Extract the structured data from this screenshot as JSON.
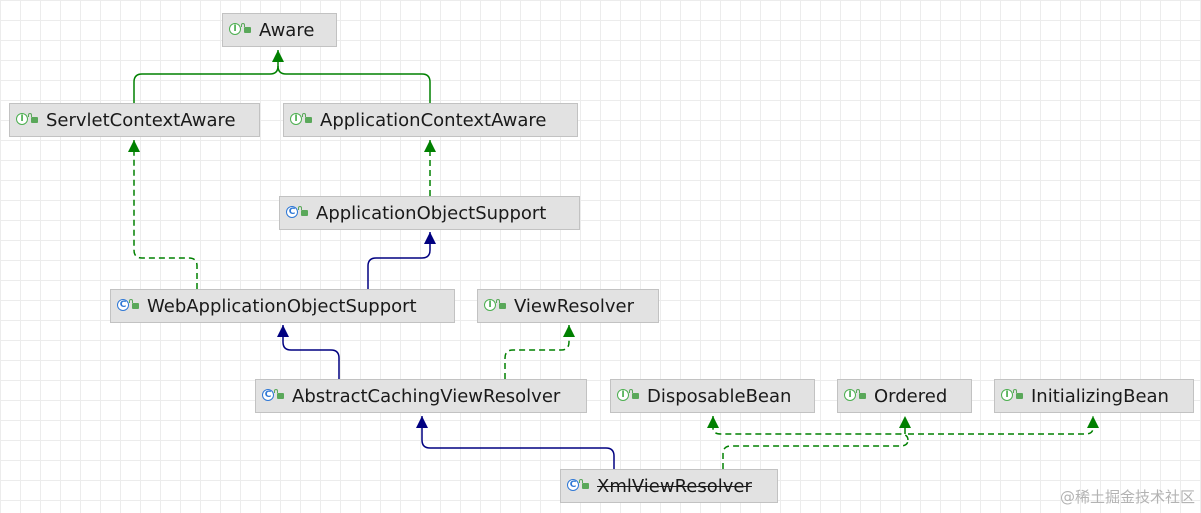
{
  "colors": {
    "extends_edge": "#000080",
    "implements_edge": "#008000",
    "interface_icon": "#4caf50",
    "class_icon": "#2f78d6",
    "node_fill": "#e2e2e2"
  },
  "nodes": {
    "aware": {
      "label": "Aware",
      "kind": "interface",
      "icon": "interface-icon"
    },
    "servlet_context_aware": {
      "label": "ServletContextAware",
      "kind": "interface",
      "icon": "interface-icon"
    },
    "application_context_aware": {
      "label": "ApplicationContextAware",
      "kind": "interface",
      "icon": "interface-icon"
    },
    "application_object_support": {
      "label": "ApplicationObjectSupport",
      "kind": "class",
      "icon": "class-icon"
    },
    "web_application_object_support": {
      "label": "WebApplicationObjectSupport",
      "kind": "class",
      "icon": "class-icon"
    },
    "view_resolver": {
      "label": "ViewResolver",
      "kind": "interface",
      "icon": "interface-icon"
    },
    "abstract_caching_view_resolver": {
      "label": "AbstractCachingViewResolver",
      "kind": "class",
      "icon": "class-icon"
    },
    "disposable_bean": {
      "label": "DisposableBean",
      "kind": "interface",
      "icon": "interface-icon"
    },
    "ordered": {
      "label": "Ordered",
      "kind": "interface",
      "icon": "interface-icon"
    },
    "initializing_bean": {
      "label": "InitializingBean",
      "kind": "interface",
      "icon": "interface-icon"
    },
    "xml_view_resolver": {
      "label": "XmlViewResolver",
      "kind": "class",
      "icon": "class-icon",
      "deprecated": true
    }
  },
  "edges": [
    {
      "from": "servlet_context_aware",
      "to": "aware",
      "type": "extends-interface"
    },
    {
      "from": "application_context_aware",
      "to": "aware",
      "type": "extends-interface"
    },
    {
      "from": "application_object_support",
      "to": "application_context_aware",
      "type": "implements"
    },
    {
      "from": "web_application_object_support",
      "to": "application_object_support",
      "type": "extends"
    },
    {
      "from": "web_application_object_support",
      "to": "servlet_context_aware",
      "type": "implements"
    },
    {
      "from": "abstract_caching_view_resolver",
      "to": "web_application_object_support",
      "type": "extends"
    },
    {
      "from": "abstract_caching_view_resolver",
      "to": "view_resolver",
      "type": "implements"
    },
    {
      "from": "xml_view_resolver",
      "to": "abstract_caching_view_resolver",
      "type": "extends"
    },
    {
      "from": "xml_view_resolver",
      "to": "disposable_bean",
      "type": "implements"
    },
    {
      "from": "xml_view_resolver",
      "to": "ordered",
      "type": "implements"
    },
    {
      "from": "xml_view_resolver",
      "to": "initializing_bean",
      "type": "implements"
    }
  ],
  "watermark": "@稀土掘金技术社区"
}
